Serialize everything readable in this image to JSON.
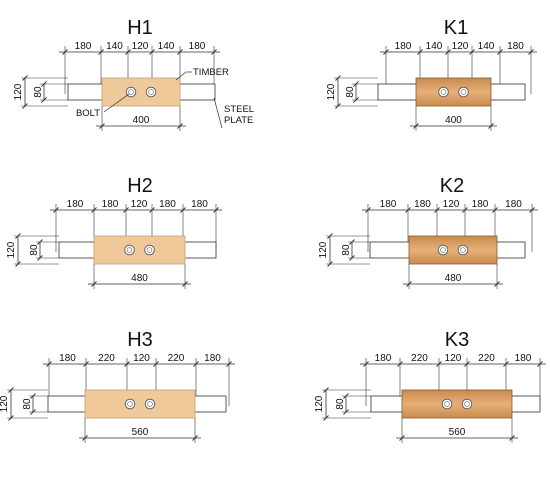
{
  "colors": {
    "timber_h": "#f0c99a",
    "timber_k_light": "#e6b07a",
    "timber_k_dark": "#c98a4e",
    "steel": "#ffffff",
    "line": "#333333"
  },
  "annotations": {
    "timber": "TIMBER",
    "bolt": "BOLT",
    "steel_line1": "STEEL",
    "steel_line2": "PLATE"
  },
  "specimens": [
    {
      "title": "H1",
      "style": "h",
      "top_dims": [
        "180",
        "140",
        "120",
        "140",
        "180"
      ],
      "depth_dims": [
        "120",
        "80"
      ],
      "length": "400",
      "icon": "bolt-icon"
    },
    {
      "title": "K1",
      "style": "k",
      "top_dims": [
        "180",
        "140",
        "120",
        "140",
        "180"
      ],
      "depth_dims": [
        "120",
        "80"
      ],
      "length": "400",
      "icon": "bolt-icon"
    },
    {
      "title": "H2",
      "style": "h",
      "top_dims": [
        "180",
        "180",
        "120",
        "180",
        "180"
      ],
      "depth_dims": [
        "120",
        "80"
      ],
      "length": "480",
      "icon": "bolt-icon"
    },
    {
      "title": "K2",
      "style": "k",
      "top_dims": [
        "180",
        "180",
        "120",
        "180",
        "180"
      ],
      "depth_dims": [
        "120",
        "80"
      ],
      "length": "480",
      "icon": "bolt-icon"
    },
    {
      "title": "H3",
      "style": "h",
      "top_dims": [
        "180",
        "220",
        "120",
        "220",
        "180"
      ],
      "depth_dims": [
        "120",
        "80"
      ],
      "length": "560",
      "icon": "bolt-icon"
    },
    {
      "title": "K3",
      "style": "k",
      "top_dims": [
        "180",
        "220",
        "120",
        "220",
        "180"
      ],
      "depth_dims": [
        "120",
        "80"
      ],
      "length": "560",
      "icon": "bolt-icon"
    }
  ]
}
